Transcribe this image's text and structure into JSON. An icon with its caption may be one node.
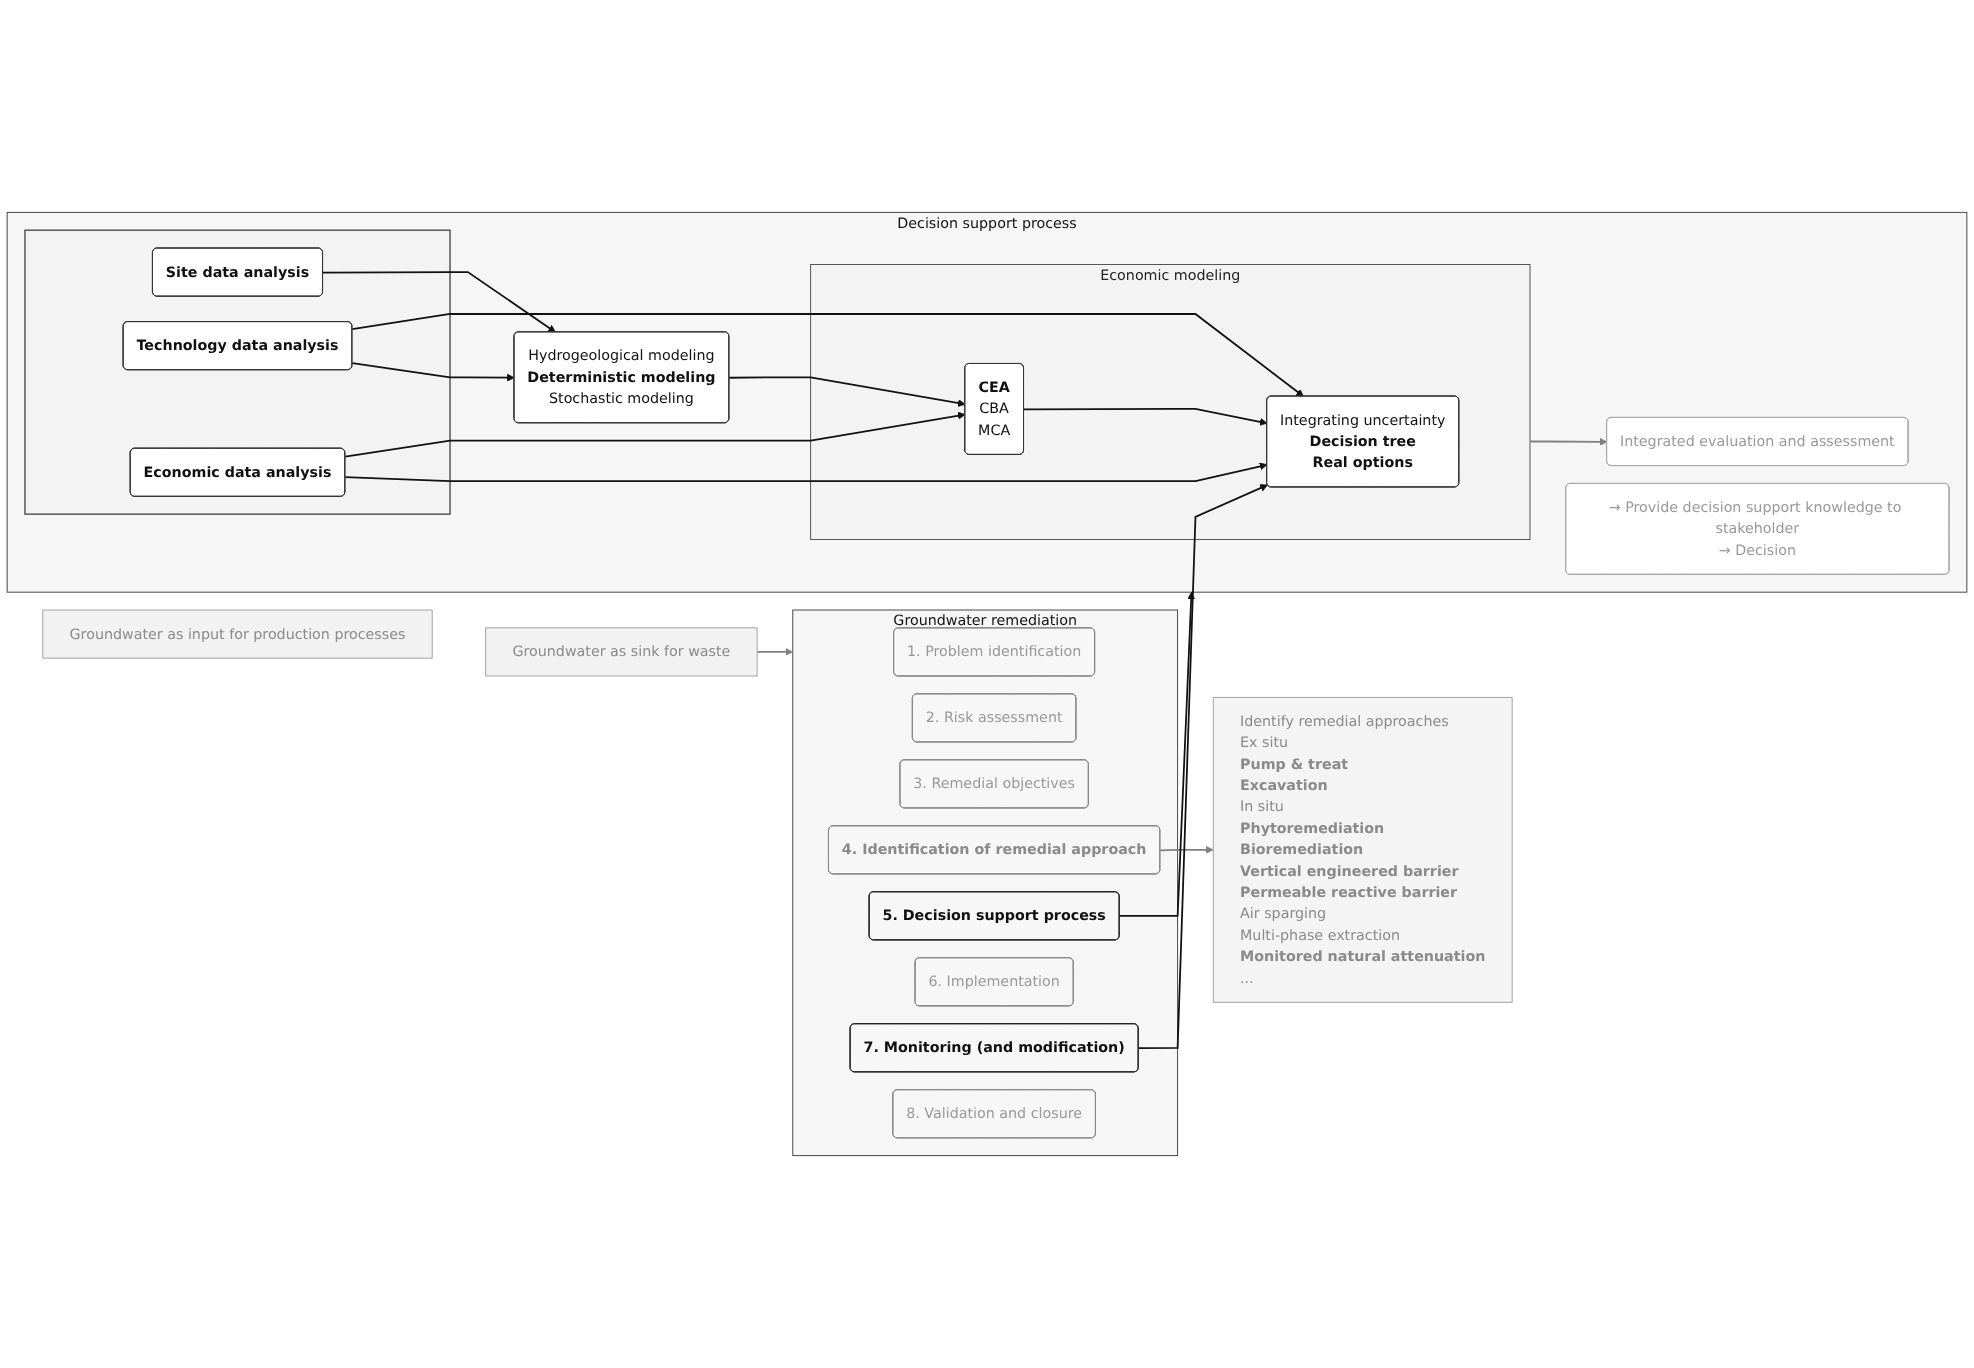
{
  "diagram": {
    "nodes": [
      {
        "text": [
          "Groundwater as input for production processes"
        ]
      },
      {
        "text": [
          "Groundwater as sink for waste"
        ]
      },
      {
        "text": [
          "Groundwater remediation"
        ]
      },
      {
        "text": [
          "1. Problem identification"
        ],
        "in": 2
      },
      {
        "text": [
          "2. Risk assessment"
        ],
        "in": 2
      },
      {
        "text": [
          "3. Remedial objectives"
        ],
        "in": 2
      },
      {
        "text": [
          "4. Identification of remedial approach"
        ],
        "in": 2
      },
      {
        "text": [
          "5. Decision support process"
        ],
        "in": 2
      },
      {
        "text": [
          "6. Implementation"
        ],
        "in": 2
      },
      {
        "text": [
          "7. Monitoring (and modification)"
        ],
        "in": 2
      },
      {
        "text": [
          "8. Validation and closure"
        ],
        "in": 2
      },
      {
        "text": [
          "Identify remedial approaches",
          "Ex situ",
          "Pump & treat",
          "Excavation",
          "In situ",
          "Phytoremediation",
          "Bioremediation",
          "Vertical engineered barrier",
          "Permeable reactive barrier",
          "Air sparging",
          "Multi-phase extraction",
          "Monitored natural attenuation",
          "..."
        ]
      },
      {
        "text": [
          "Decision support process"
        ]
      },
      {
        "text": [],
        "shape": "box",
        "in": 12
      },
      {
        "text": [
          "Site data analysis"
        ],
        "in": 13
      },
      {
        "text": [
          "Technology data analysis"
        ],
        "in": 13
      },
      {
        "text": [
          "Economic data analysis"
        ],
        "in": 13
      },
      {
        "text": [
          "Hydrogeological modeling",
          "Deterministic modeling",
          "Stochastic modeling"
        ],
        "in": 12
      },
      {
        "text": [
          "Economic modeling"
        ],
        "in": 12
      },
      {
        "text": [
          "Integrating uncertainty",
          "Decision tree",
          "Real options"
        ],
        "in": 18
      },
      {
        "text": [
          "CEA",
          "CBA",
          "MCA"
        ],
        "in": 18
      },
      {
        "text": [
          "Integrated evaluation and assessment"
        ],
        "in": 12
      },
      {
        "text": [
          "→ Provide decision support knowledge to stakeholder",
          "→ Decision"
        ],
        "in": 12
      }
    ],
    "edges": [
      {
        "from": 1,
        "to": 2,
        "arrow": "to",
        "color": "#808080"
      },
      {
        "from": 6,
        "to": 11,
        "arrow": "to",
        "color": "#808080"
      },
      {
        "from": 7,
        "to": 12,
        "arrow": "to"
      },
      {
        "from": 9,
        "to": 19,
        "arrow": "to"
      },
      {
        "from": 14,
        "to": 17,
        "arrow": "to"
      },
      {
        "from": 15,
        "to": 17,
        "arrow": "to"
      },
      {
        "from": 15,
        "to": 19,
        "arrow": "to"
      },
      {
        "from": 16,
        "to": 19,
        "arrow": "to"
      },
      {
        "from": 16,
        "to": 20,
        "arrow": "to"
      },
      {
        "from": 17,
        "to": 20,
        "arrow": "to"
      },
      {
        "from": 20,
        "to": 19,
        "arrow": "to"
      },
      {
        "from": 18,
        "to": 21,
        "arrow": "to",
        "color": "#808080"
      }
    ]
  }
}
